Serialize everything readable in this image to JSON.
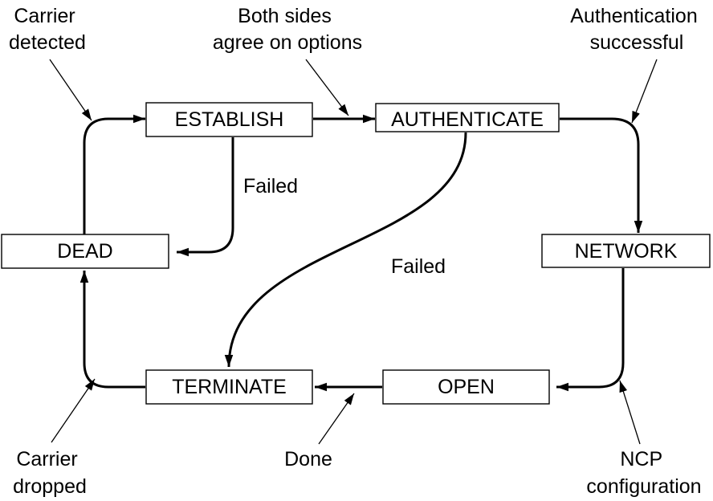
{
  "states": {
    "establish": "ESTABLISH",
    "authenticate": "AUTHENTICATE",
    "dead": "DEAD",
    "network": "NETWORK",
    "terminate": "TERMINATE",
    "open": "OPEN"
  },
  "labels": {
    "carrier_detected": [
      "Carrier",
      "detected"
    ],
    "both_sides_agree": [
      "Both sides",
      "agree on options"
    ],
    "auth_successful": [
      "Authentication",
      "successful"
    ],
    "failed_establish": "Failed",
    "failed_authenticate": "Failed",
    "carrier_dropped": [
      "Carrier",
      "dropped"
    ],
    "done": "Done",
    "ncp_configuration": [
      "NCP",
      "configuration"
    ]
  }
}
